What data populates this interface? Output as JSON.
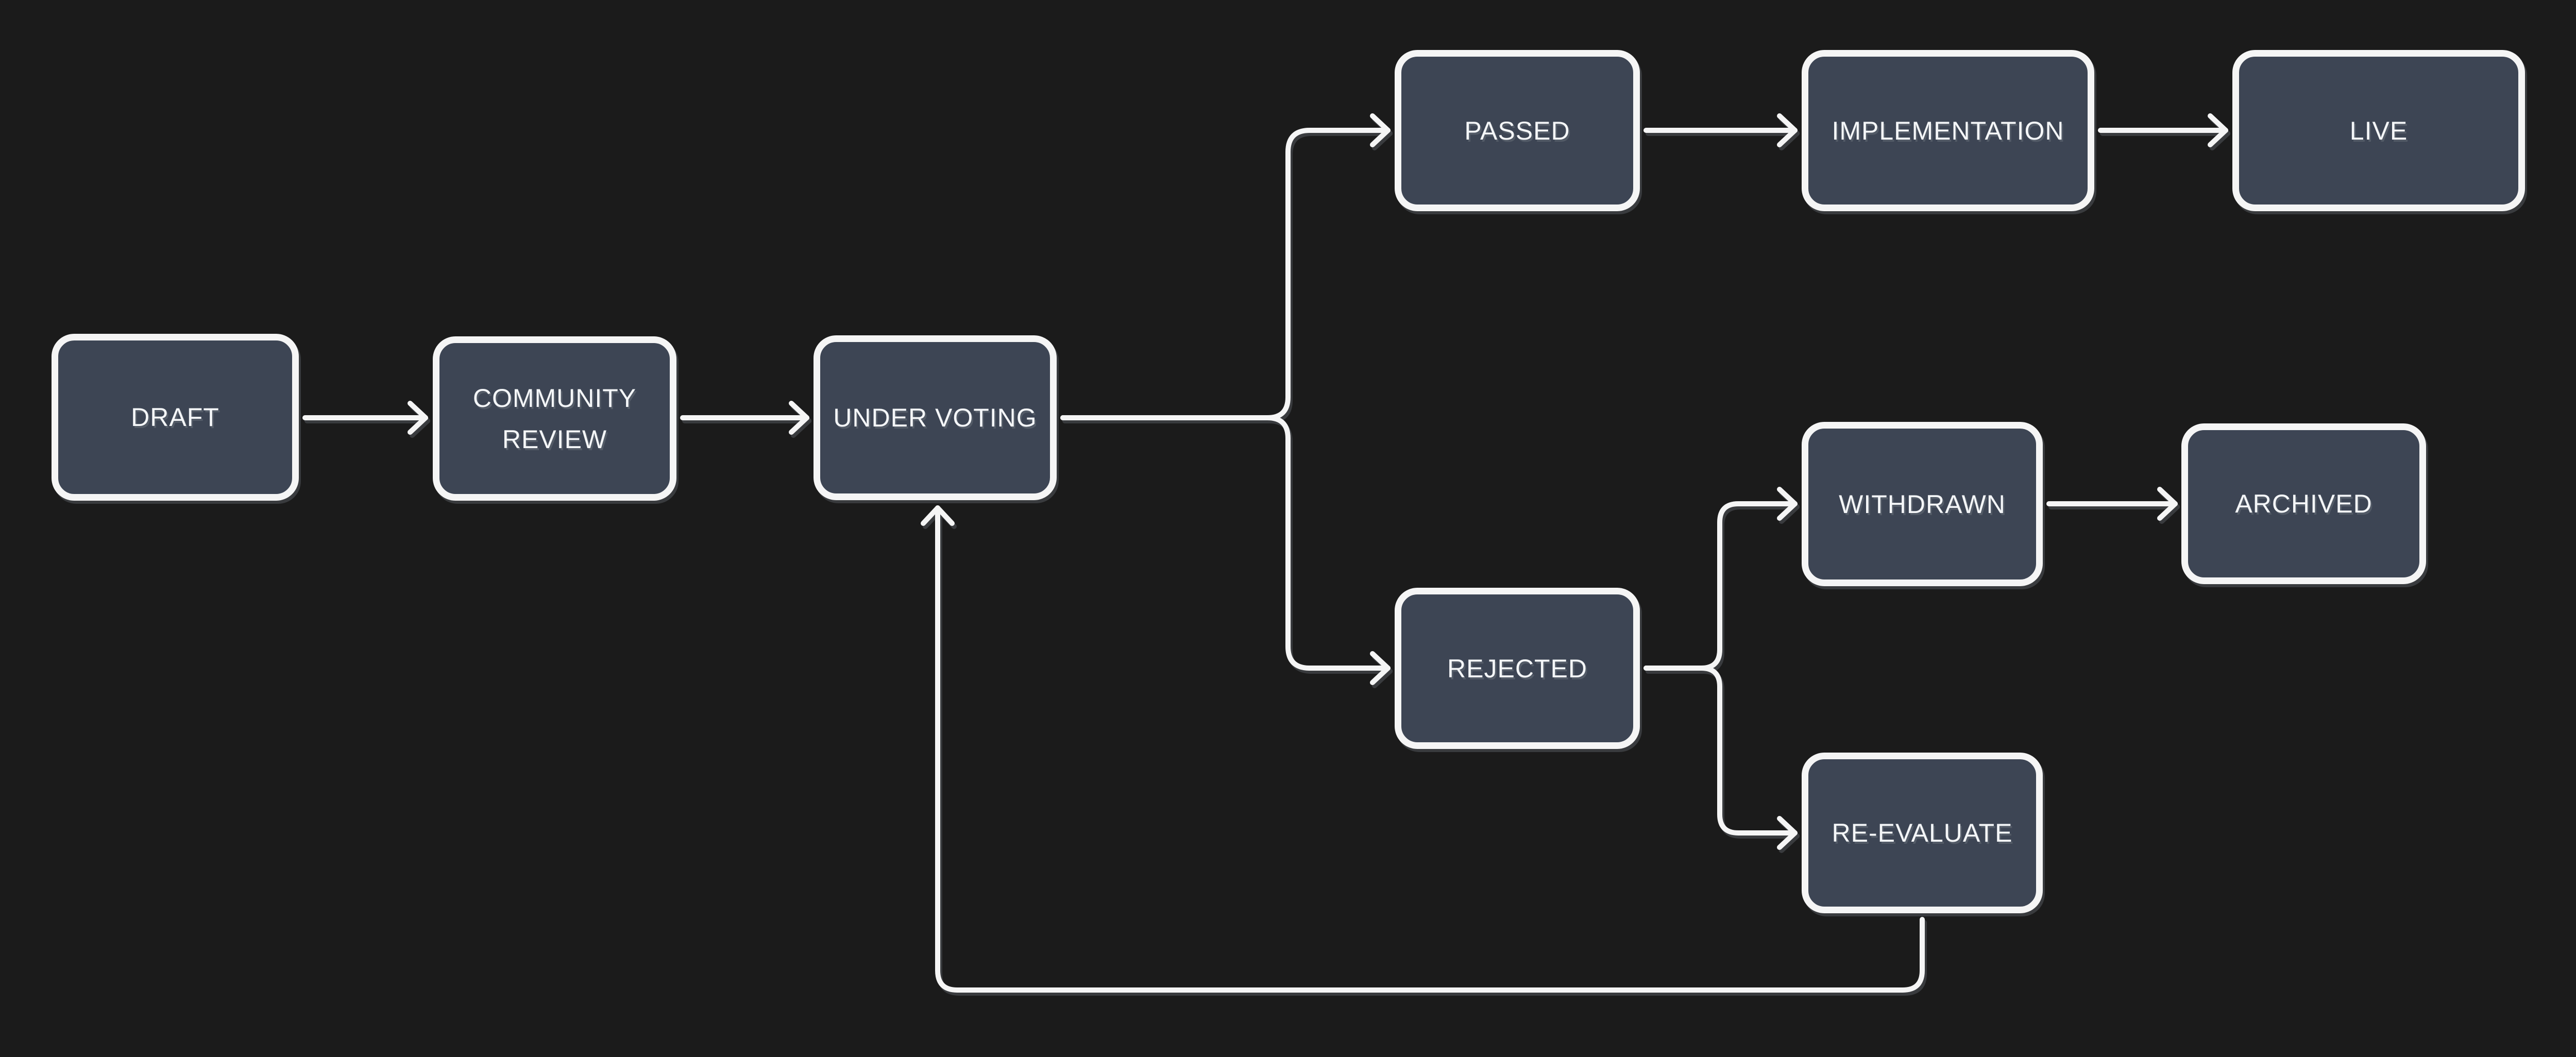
{
  "diagram": {
    "colors": {
      "background": "#1b1b1b",
      "node_fill": "#3d4554",
      "node_border": "#f5f5f5",
      "connector": "#f5f5f5",
      "text": "#f4f6f8"
    },
    "nodes": [
      {
        "id": "draft",
        "label": "DRAFT"
      },
      {
        "id": "community-review",
        "label": "COMMUNITY REVIEW"
      },
      {
        "id": "under-voting",
        "label": "UNDER VOTING"
      },
      {
        "id": "passed",
        "label": "PASSED"
      },
      {
        "id": "implementation",
        "label": "IMPLEMENTATION"
      },
      {
        "id": "live",
        "label": "LIVE"
      },
      {
        "id": "rejected",
        "label": "REJECTED"
      },
      {
        "id": "withdrawn",
        "label": "WITHDRAWN"
      },
      {
        "id": "archived",
        "label": "ARCHIVED"
      },
      {
        "id": "re-evaluate",
        "label": "RE-EVALUATE"
      }
    ],
    "edges": [
      {
        "from": "draft",
        "to": "community-review"
      },
      {
        "from": "community-review",
        "to": "under-voting"
      },
      {
        "from": "under-voting",
        "to": "passed"
      },
      {
        "from": "under-voting",
        "to": "rejected"
      },
      {
        "from": "passed",
        "to": "implementation"
      },
      {
        "from": "implementation",
        "to": "live"
      },
      {
        "from": "rejected",
        "to": "withdrawn"
      },
      {
        "from": "rejected",
        "to": "re-evaluate"
      },
      {
        "from": "withdrawn",
        "to": "archived"
      },
      {
        "from": "re-evaluate",
        "to": "under-voting"
      }
    ]
  }
}
